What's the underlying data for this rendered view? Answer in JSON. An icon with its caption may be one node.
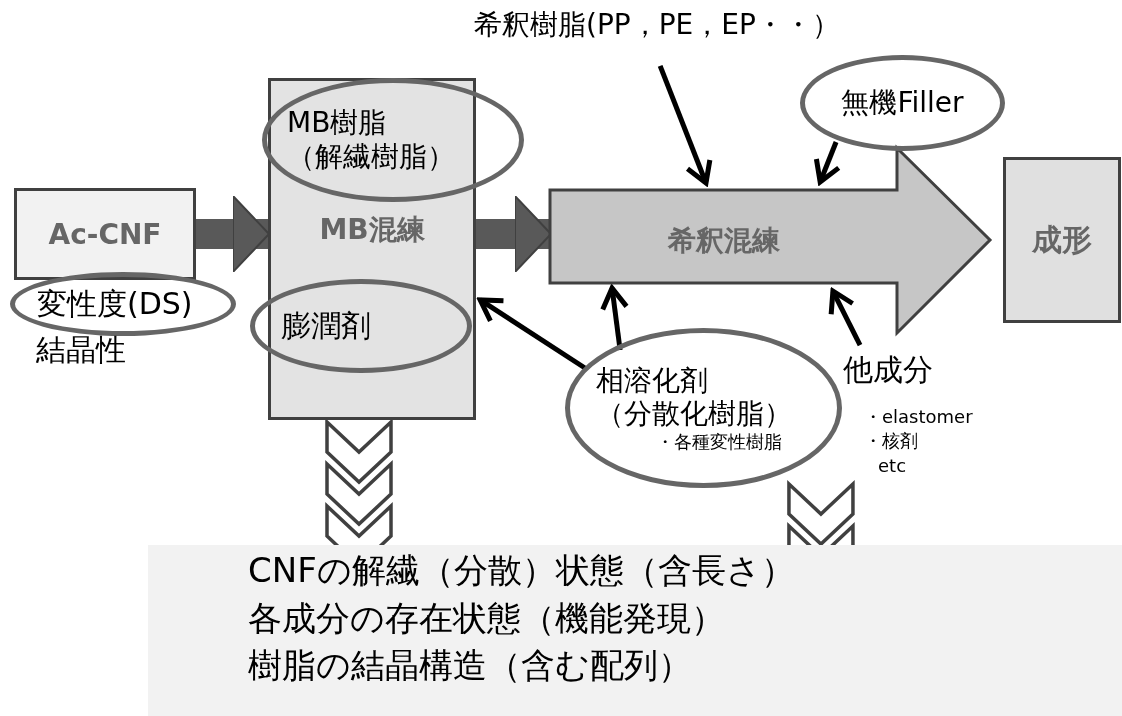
{
  "diagram": {
    "nodes": [
      {
        "text": [
          "Ac-CNF"
        ]
      },
      {
        "text": [
          "変性度(DS)"
        ]
      },
      {
        "text": [
          "MB混練"
        ]
      },
      {
        "text": [
          "MB樹脂（解繊樹脂）"
        ]
      },
      {
        "text": [
          "膨潤剤"
        ]
      },
      {
        "text": [
          "希釈混練"
        ]
      },
      {
        "text": [
          "成形"
        ]
      },
      {
        "text": [
          "希釈樹脂(PP，PE，EP・・）"
        ]
      },
      {
        "text": [
          "無機Filler"
        ]
      },
      {
        "text": [
          "相溶化剤（分散化樹脂）",
          "・各種変性樹脂"
        ]
      },
      {
        "text": [
          "他成分"
        ],
        "beside": [
          "・elastomer",
          "・核剤",
          "etc"
        ]
      },
      {
        "text": [
          "CNFの解繊（分散）状態（含長さ）",
          "各成分の存在状態（機能発現）",
          "樹脂の結晶構造（含む配列）"
        ]
      }
    ],
    "edges": [
      {
        "from": 0,
        "to": 2,
        "arrow": "to",
        "style": "thick",
        "color": "#595959"
      },
      {
        "from": 2,
        "to": 5,
        "arrow": "to",
        "style": "thick",
        "color": "#595959"
      },
      {
        "from": 7,
        "to": 5,
        "arrow": "to"
      },
      {
        "from": 8,
        "to": 5,
        "arrow": "to"
      },
      {
        "from": 9,
        "to": 2,
        "arrow": "to"
      },
      {
        "from": 9,
        "to": 5,
        "arrow": "to"
      },
      {
        "from": 10,
        "to": 5,
        "arrow": "to"
      },
      {
        "from": 2,
        "to": 11,
        "arrow": "to",
        "style": "thick",
        "color": "#404040"
      },
      {
        "from": 9,
        "to": 11,
        "arrow": "to",
        "style": "thick",
        "color": "#404040"
      }
    ],
    "labels": [
      "結晶性"
    ]
  }
}
